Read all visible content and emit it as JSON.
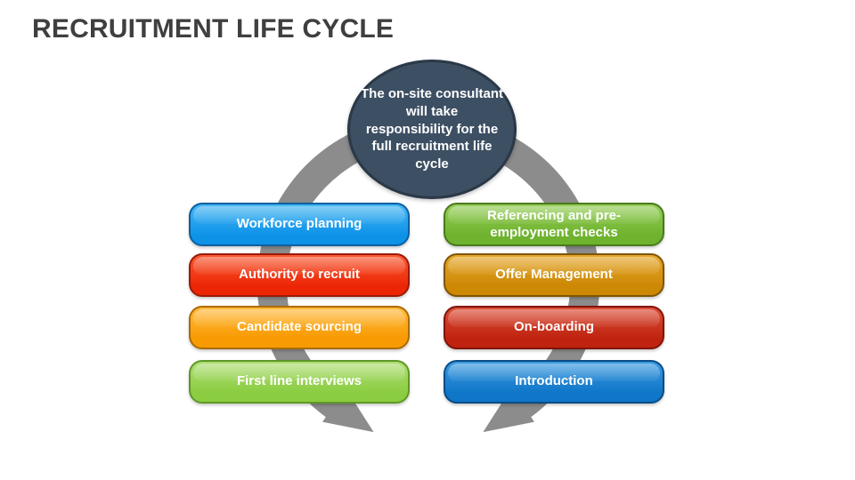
{
  "title": "RECRUITMENT LIFE CYCLE",
  "title_color": "#3F3F3F",
  "background_color": "#FFFFFF",
  "center_circle": {
    "text": "The on-site consultant will take responsibility for the full recruitment life cycle",
    "fill": "#3D4F63",
    "border": "#2A3847",
    "text_color": "#FFFFFF"
  },
  "ring": {
    "color": "#8C8C8C",
    "description": "circular flow ring passing behind stages with two arrowheads converging at bottom center"
  },
  "left_column": {
    "items": [
      {
        "label": "Workforce planning",
        "fill_top": "#45B6F3",
        "fill_bottom": "#0D92E8",
        "border": "#0C5FA0"
      },
      {
        "label": "Authority to recruit",
        "fill_top": "#F95A33",
        "fill_bottom": "#EC2605",
        "border": "#9C1A04"
      },
      {
        "label": "Candidate sourcing",
        "fill_top": "#FFBB3D",
        "fill_bottom": "#F89A02",
        "border": "#AD6B00"
      },
      {
        "label": "First line interviews",
        "fill_top": "#AEDE74",
        "fill_bottom": "#8BCD41",
        "border": "#5E9827"
      }
    ]
  },
  "right_column": {
    "items": [
      {
        "label": "Referencing and pre-employment checks",
        "fill_top": "#96CE59",
        "fill_bottom": "#6EB22E",
        "border": "#49791B"
      },
      {
        "label": "Offer Management",
        "fill_top": "#E5A92F",
        "fill_bottom": "#CD8804",
        "border": "#7F5502"
      },
      {
        "label": "On-boarding",
        "fill_top": "#DC4F37",
        "fill_bottom": "#BF2310",
        "border": "#801409"
      },
      {
        "label": "Introduction",
        "fill_top": "#3D9BE0",
        "fill_bottom": "#0F76C8",
        "border": "#0A4C85"
      }
    ]
  }
}
